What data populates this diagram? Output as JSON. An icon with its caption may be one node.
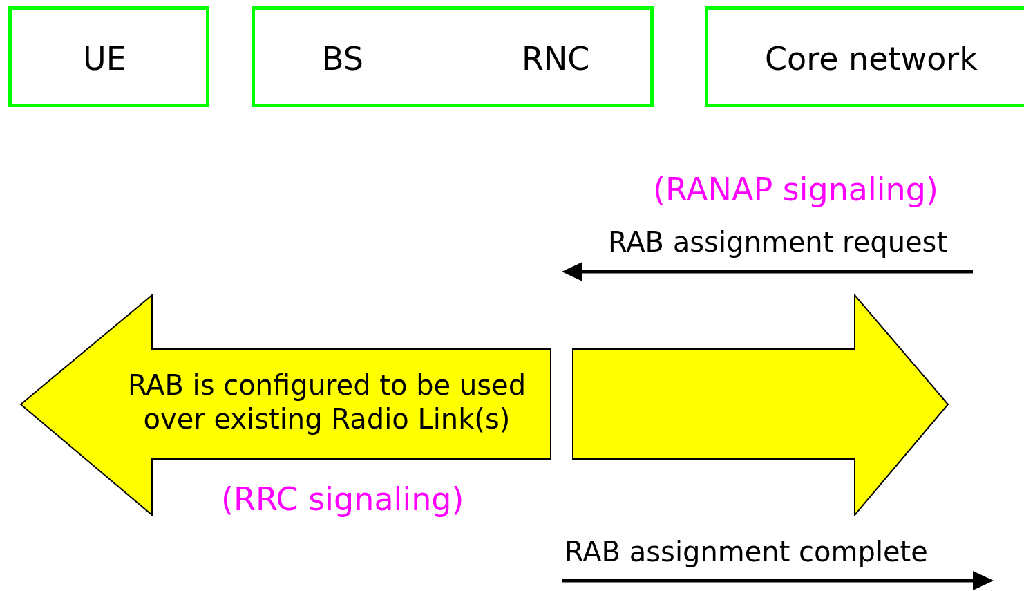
{
  "diagram": {
    "nodes": [
      {
        "text": [
          "UE"
        ]
      },
      {
        "text": [
          "BS",
          "RNC"
        ]
      },
      {
        "text": [
          "Core network"
        ]
      },
      {
        "text": [
          "RAB is configured to be used over existing Radio Link(s)"
        ]
      },
      {
        "text": [],
        "shape": "arrow"
      }
    ],
    "labels": [
      "(RANAP signaling)",
      "RAB assignment request",
      "(RRC signaling)",
      "RAB assignment complete"
    ]
  }
}
